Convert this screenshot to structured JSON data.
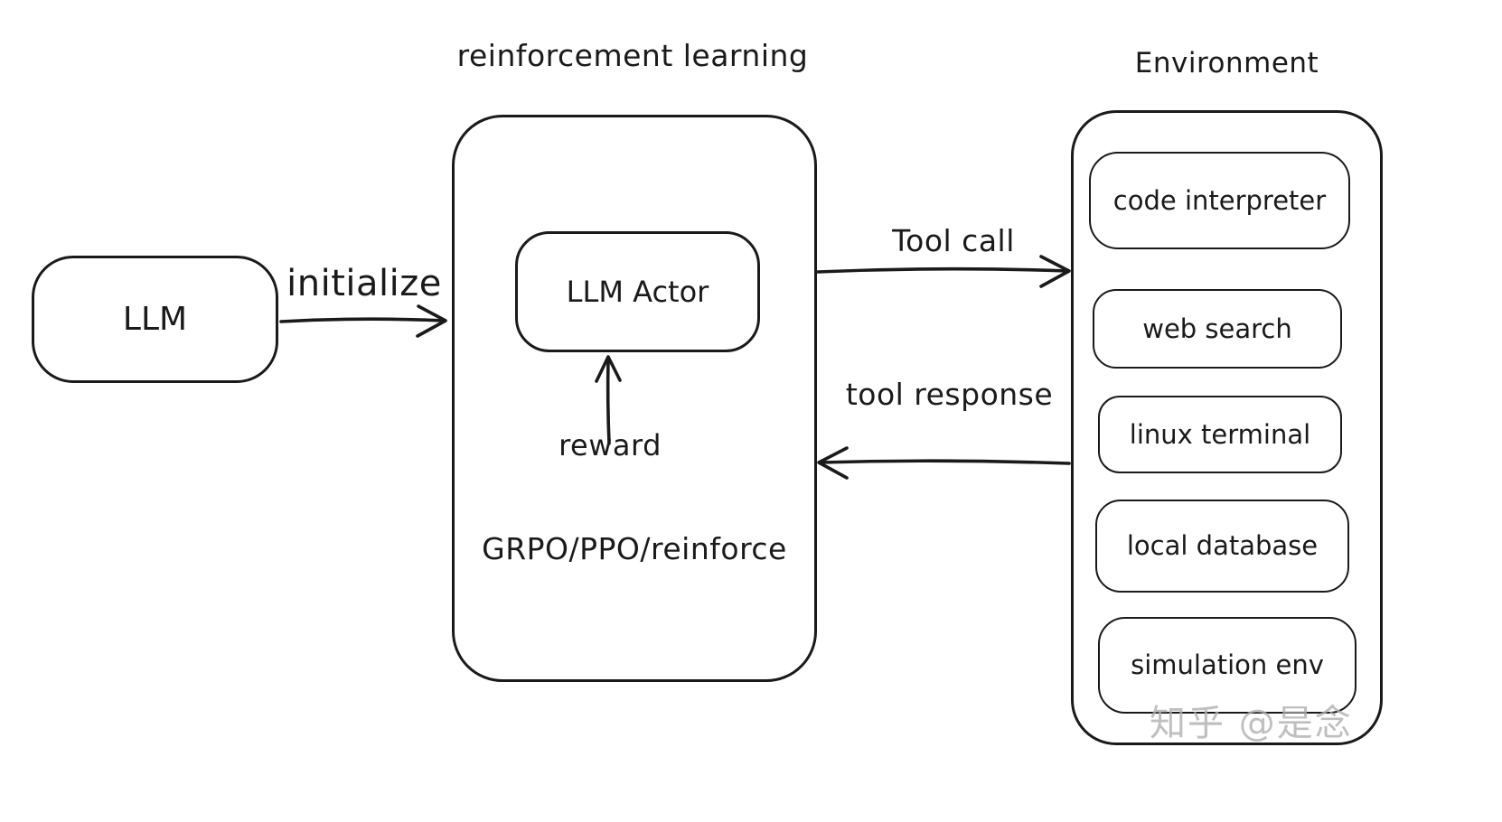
{
  "titles": {
    "reinforcement_learning": "reinforcement learning",
    "environment": "Environment"
  },
  "nodes": {
    "llm": "LLM",
    "llm_actor": "LLM Actor",
    "algorithms": "GRPO/PPO/reinforce"
  },
  "edges": {
    "initialize": "initialize",
    "reward": "reward",
    "tool_call": "Tool call",
    "tool_response": "tool response"
  },
  "environment_items": [
    {
      "label": "code interpreter"
    },
    {
      "label": "web search"
    },
    {
      "label": "linux terminal"
    },
    {
      "label": "local database"
    },
    {
      "label": "simulation env"
    }
  ],
  "watermark": "知乎 @是念",
  "colors": {
    "ink": "#1a1a1a",
    "background": "#ffffff",
    "watermark": "#afafaf"
  }
}
